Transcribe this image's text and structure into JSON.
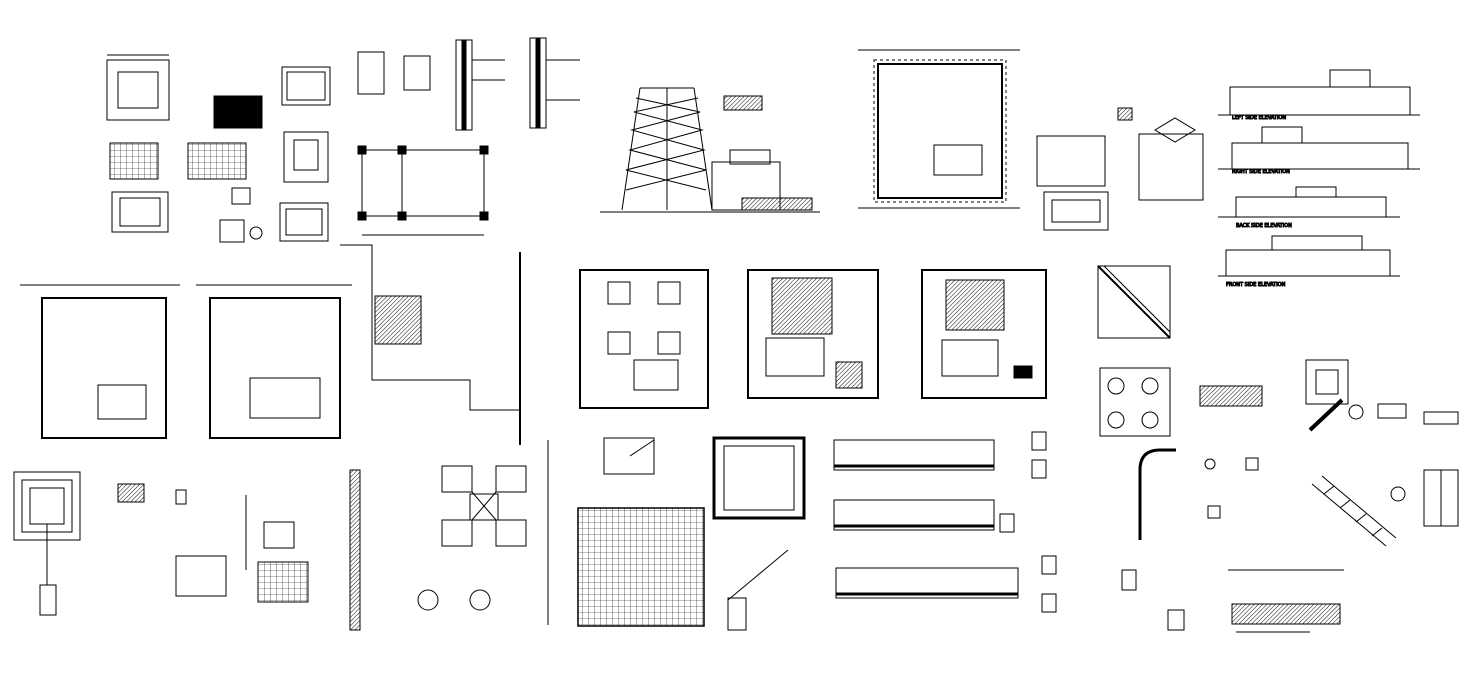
{
  "labels": {
    "left_side_elevation": "LEFT SIDE ELEVATION",
    "right_side_elevation": "RIGHT SIDE ELEVATION",
    "back_side_elevation": "BACK SIDE ELEVATION",
    "front_side_elevation": "FRONT SIDE ELEVATION"
  },
  "colors": {
    "line": "#000000",
    "paper": "#ffffff",
    "hatch": "#1a1a1a"
  }
}
